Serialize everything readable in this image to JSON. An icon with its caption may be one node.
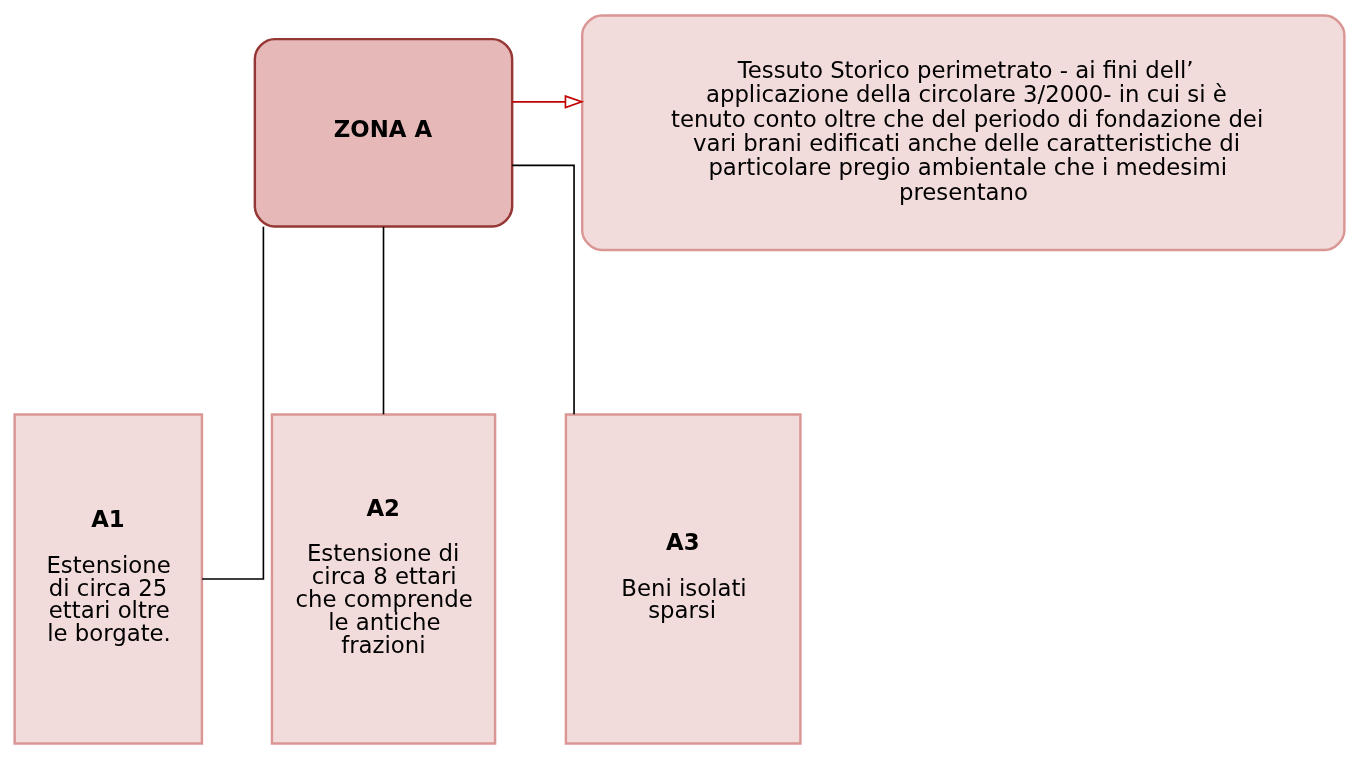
{
  "diagram": {
    "nodes": [
      {
        "text": [
          "ZONA A"
        ]
      },
      {
        "text": [
          "Tessuto Storico perimetrato - ai fini dell’ applicazione della circolare 3/2000- in cui si è tenuto conto oltre che del periodo di fondazione dei vari brani edificati anche delle caratteristiche di particolare pregio ambientale che i medesimi presentano"
        ]
      },
      {
        "text": [
          "A1",
          "Estensione di circa 25 ettari oltre le borgate."
        ]
      },
      {
        "text": [
          "A2",
          "Estensione di circa 8 ettari che comprende le antiche frazioni"
        ]
      },
      {
        "text": [
          "A3",
          "Beni isolati sparsi"
        ]
      }
    ],
    "edges": [
      {
        "from": 0,
        "to": 1,
        "arrow": "to",
        "color": "#c00000"
      },
      {
        "from": 0,
        "to": 2,
        "arrow": "none"
      },
      {
        "from": 0,
        "to": 3,
        "arrow": "none"
      },
      {
        "from": 0,
        "to": 4,
        "arrow": "none"
      }
    ]
  }
}
